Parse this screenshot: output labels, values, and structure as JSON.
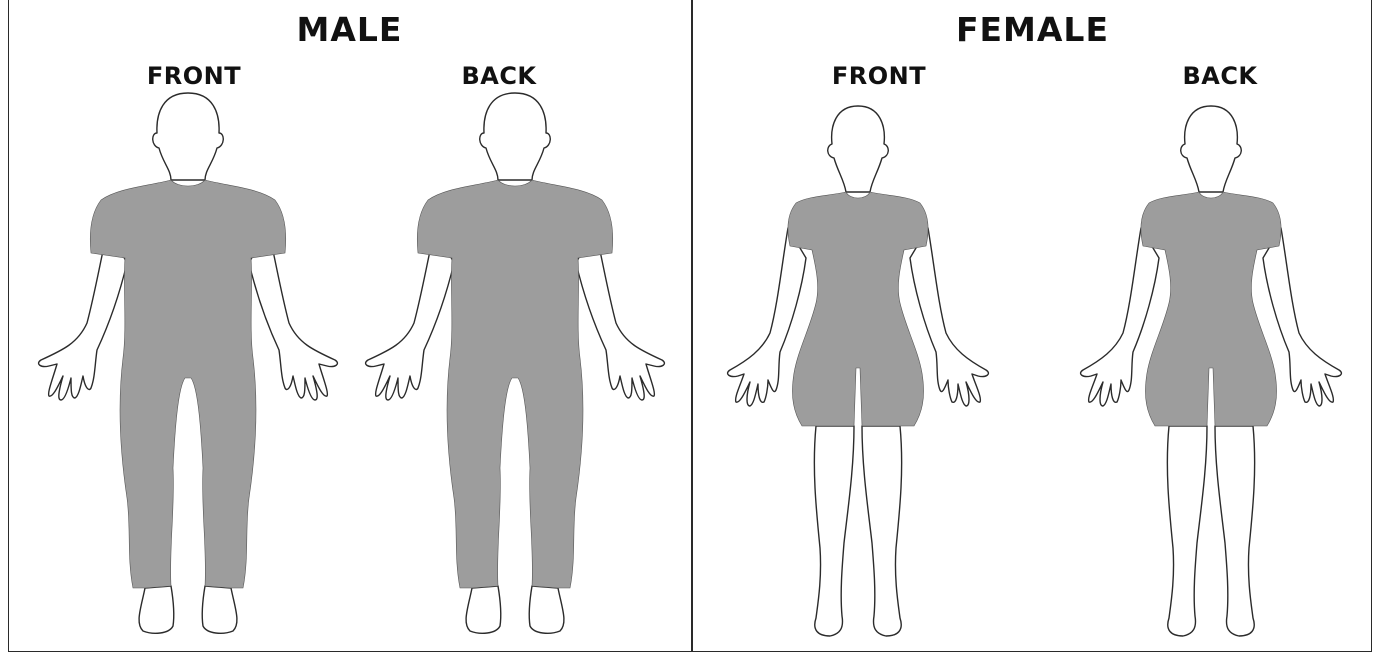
{
  "panels": [
    {
      "title": "MALE",
      "views": [
        {
          "label": "FRONT"
        },
        {
          "label": "BACK"
        }
      ]
    },
    {
      "title": "FEMALE",
      "views": [
        {
          "label": "FRONT"
        },
        {
          "label": "BACK"
        }
      ]
    }
  ],
  "colors": {
    "coverage_fill": "#9d9d9d",
    "outline": "#2b2b2b",
    "border": "#2a2a2a"
  }
}
